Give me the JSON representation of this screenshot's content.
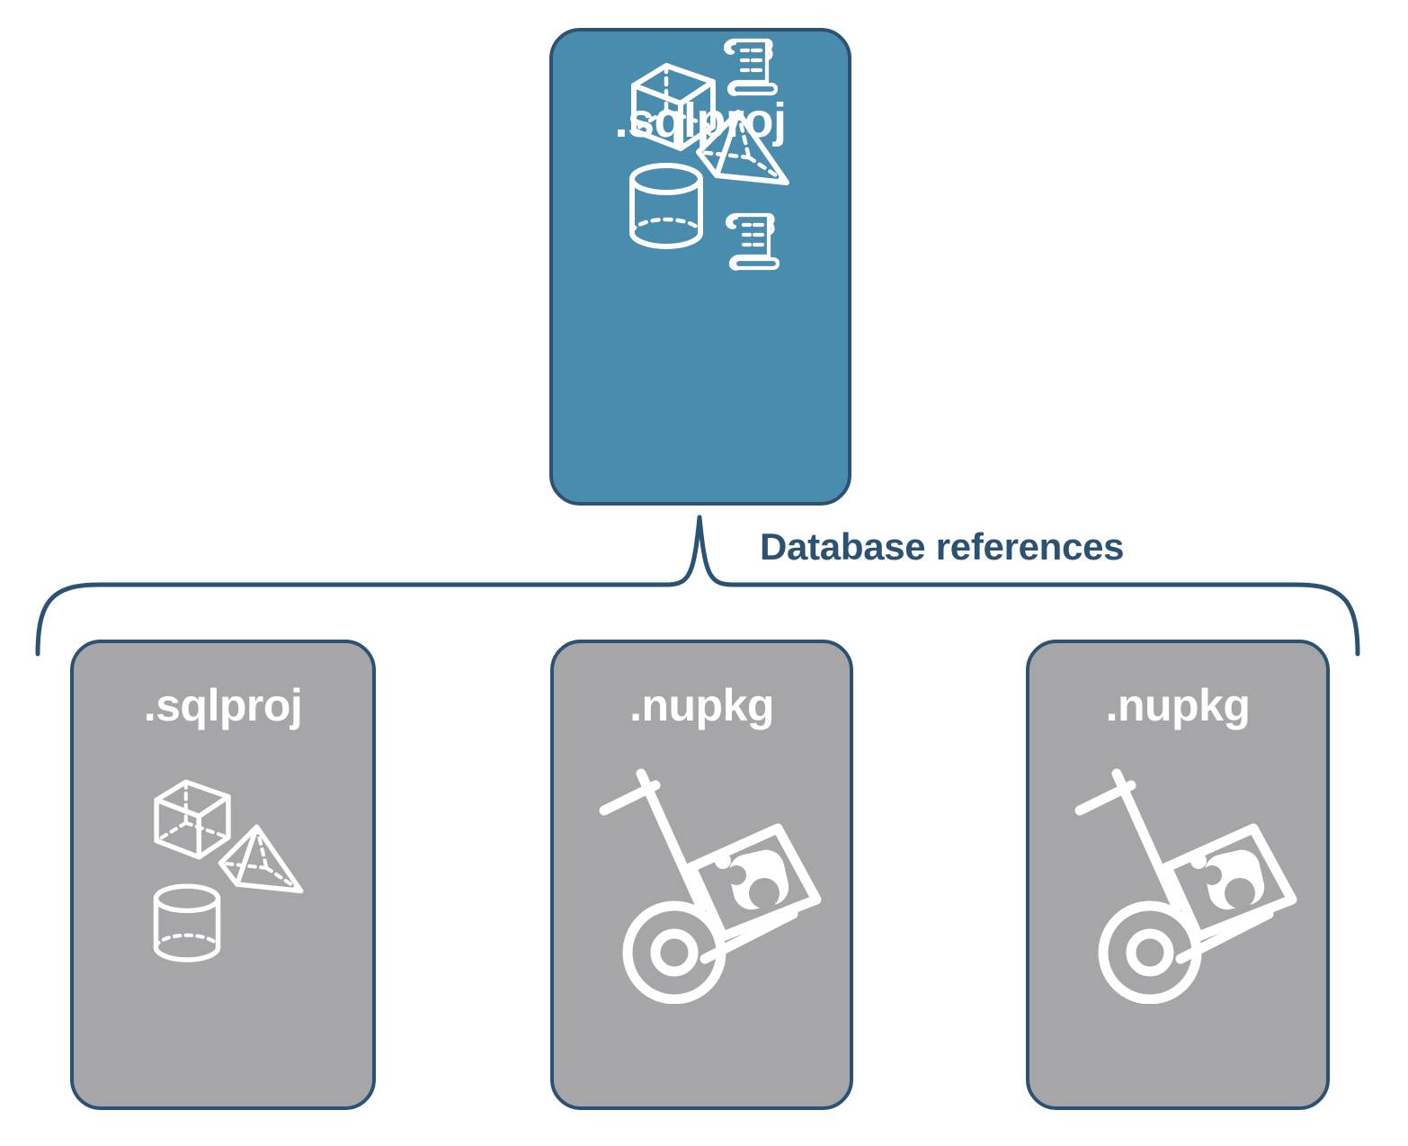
{
  "diagram": {
    "title": "Database references",
    "connector_label": "Database references",
    "colors": {
      "card_blue_fill": "#4a8cae",
      "card_gray_fill": "#a6a6a8",
      "outline": "#2c5273",
      "icon_white": "#ffffff",
      "label_text": "#2c5273",
      "background": "#ffffff"
    },
    "cards": {
      "top": {
        "label": ".sqlproj",
        "variant": "blue",
        "icons": [
          "cube-wireframe-icon",
          "scroll-script-icon",
          "pyramid-wireframe-icon",
          "cylinder-wireframe-icon",
          "scroll-script-icon"
        ]
      },
      "bottom_left": {
        "label": ".sqlproj",
        "variant": "gray",
        "icons": [
          "cube-wireframe-icon",
          "pyramid-wireframe-icon",
          "cylinder-wireframe-icon"
        ]
      },
      "bottom_middle": {
        "label": ".nupkg",
        "variant": "gray",
        "icons": [
          "nuget-package-handtruck-icon"
        ]
      },
      "bottom_right": {
        "label": ".nupkg",
        "variant": "gray",
        "icons": [
          "nuget-package-handtruck-icon"
        ]
      }
    }
  }
}
